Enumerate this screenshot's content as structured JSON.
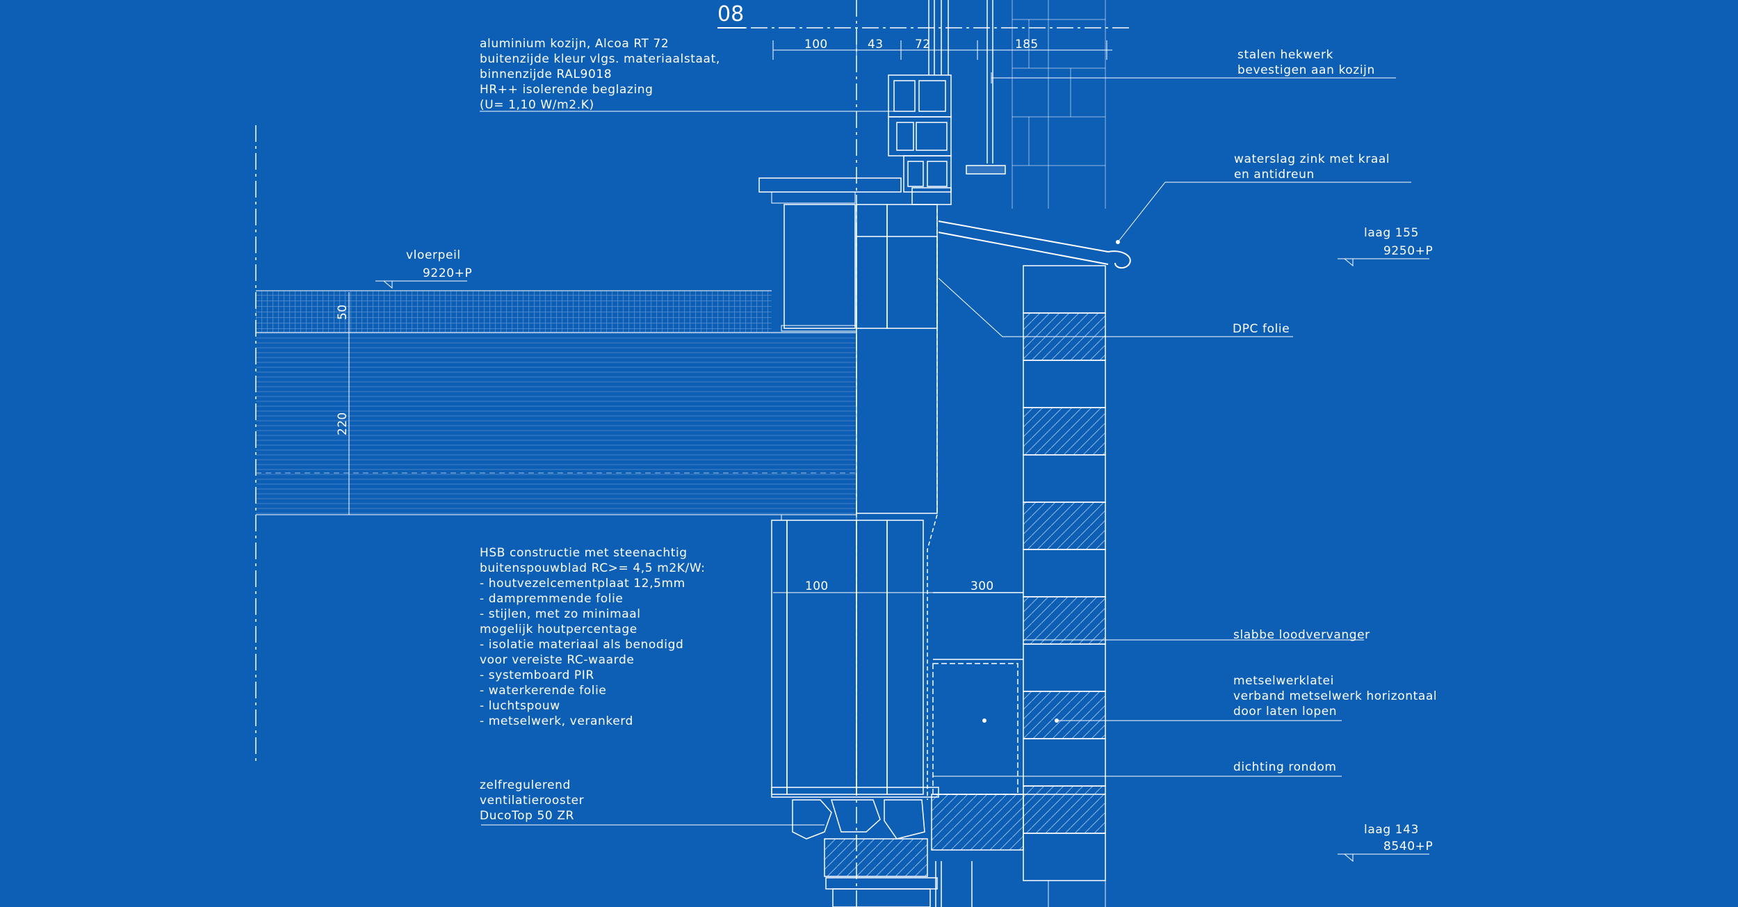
{
  "sheet": {
    "detail_number": "08",
    "background": "#0d5fb5",
    "line_color": "#ffffff"
  },
  "top_dimensions": [
    "100",
    "43",
    "72",
    "185"
  ],
  "mid_dimensions": [
    "100",
    "300"
  ],
  "floor_dimensions": {
    "screed": "50",
    "slab": "220"
  },
  "notes": {
    "frame": [
      "aluminium kozijn, Alcoa RT 72",
      "buitenzijde kleur vlgs. materiaalstaat,",
      "binnenzijde RAL9018",
      "HR++ isolerende beglazing",
      "(U= 1,10 W/m2.K)"
    ],
    "hsb": [
      "HSB constructie met steenachtig",
      "buitenspouwblad RC>= 4,5 m2K/W:",
      "- houtvezelcementplaat 12,5mm",
      "- dampremmende folie",
      "- stijlen, met   zo minimaal",
      "   mogelijk houtpercentage",
      "- isolatie materiaal als benodigd",
      "   voor vereiste RC-waarde",
      "- systemboard PIR",
      "- waterkerende folie",
      "- luchtspouw",
      "- metselwerk, verankerd"
    ],
    "vent": [
      "zelfregulerend",
      "ventilatierooster",
      "DucoTop 50 ZR"
    ],
    "railing": [
      "stalen hekwerk",
      "bevestigen aan kozijn"
    ],
    "sill": [
      "waterslag zink met kraal",
      "en antidreun"
    ],
    "dpc": "DPC folie",
    "slabbe": "slabbe loodvervanger",
    "lintel": [
      "metselwerklatei",
      "verband metselwerk horizontaal",
      "door laten lopen"
    ],
    "seal": "dichting rondom"
  },
  "levels": {
    "floor": {
      "label": "vloerpeil",
      "value": "9220+P"
    },
    "upper": {
      "label": "laag   155",
      "value": "9250+P"
    },
    "lower": {
      "label": "laag   143",
      "value": "8540+P"
    }
  }
}
